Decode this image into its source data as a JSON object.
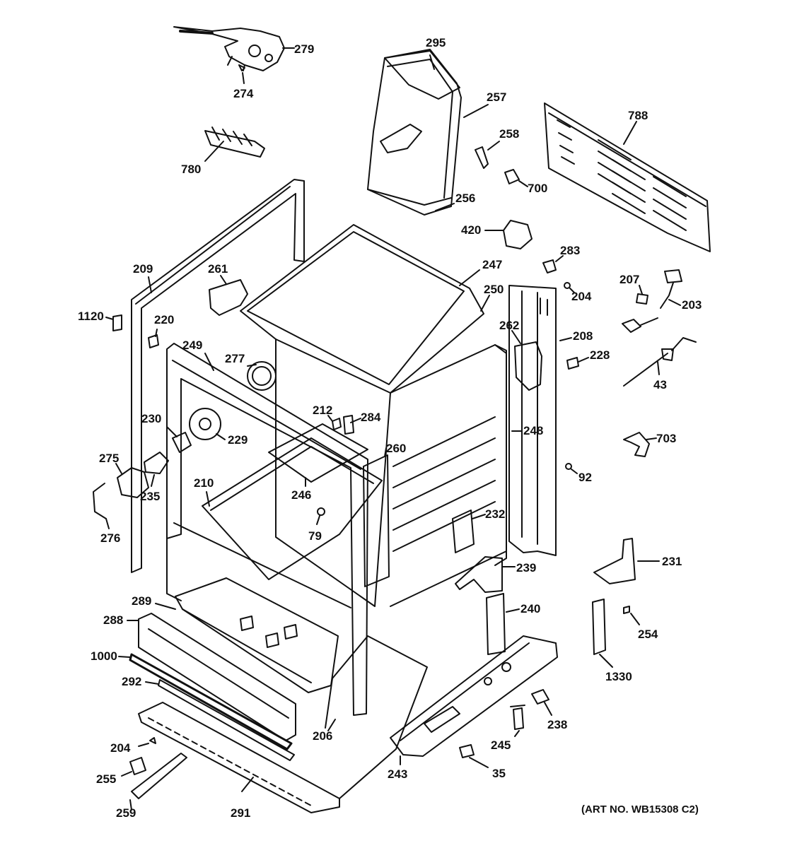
{
  "art_number": "(ART NO. WB15308 C2)",
  "callouts": [
    "279",
    "274",
    "780",
    "295",
    "257",
    "258",
    "700",
    "256",
    "788",
    "420",
    "209",
    "261",
    "1120",
    "220",
    "249",
    "277",
    "247",
    "250",
    "283",
    "204",
    "207",
    "203",
    "262",
    "208",
    "228",
    "43",
    "230",
    "229",
    "212",
    "284",
    "260",
    "248",
    "703",
    "92",
    "275",
    "210",
    "246",
    "235",
    "79",
    "232",
    "276",
    "231",
    "239",
    "289",
    "240",
    "288",
    "254",
    "1000",
    "1330",
    "292",
    "238",
    "206",
    "245",
    "204",
    "255",
    "243",
    "35",
    "259",
    "291"
  ]
}
